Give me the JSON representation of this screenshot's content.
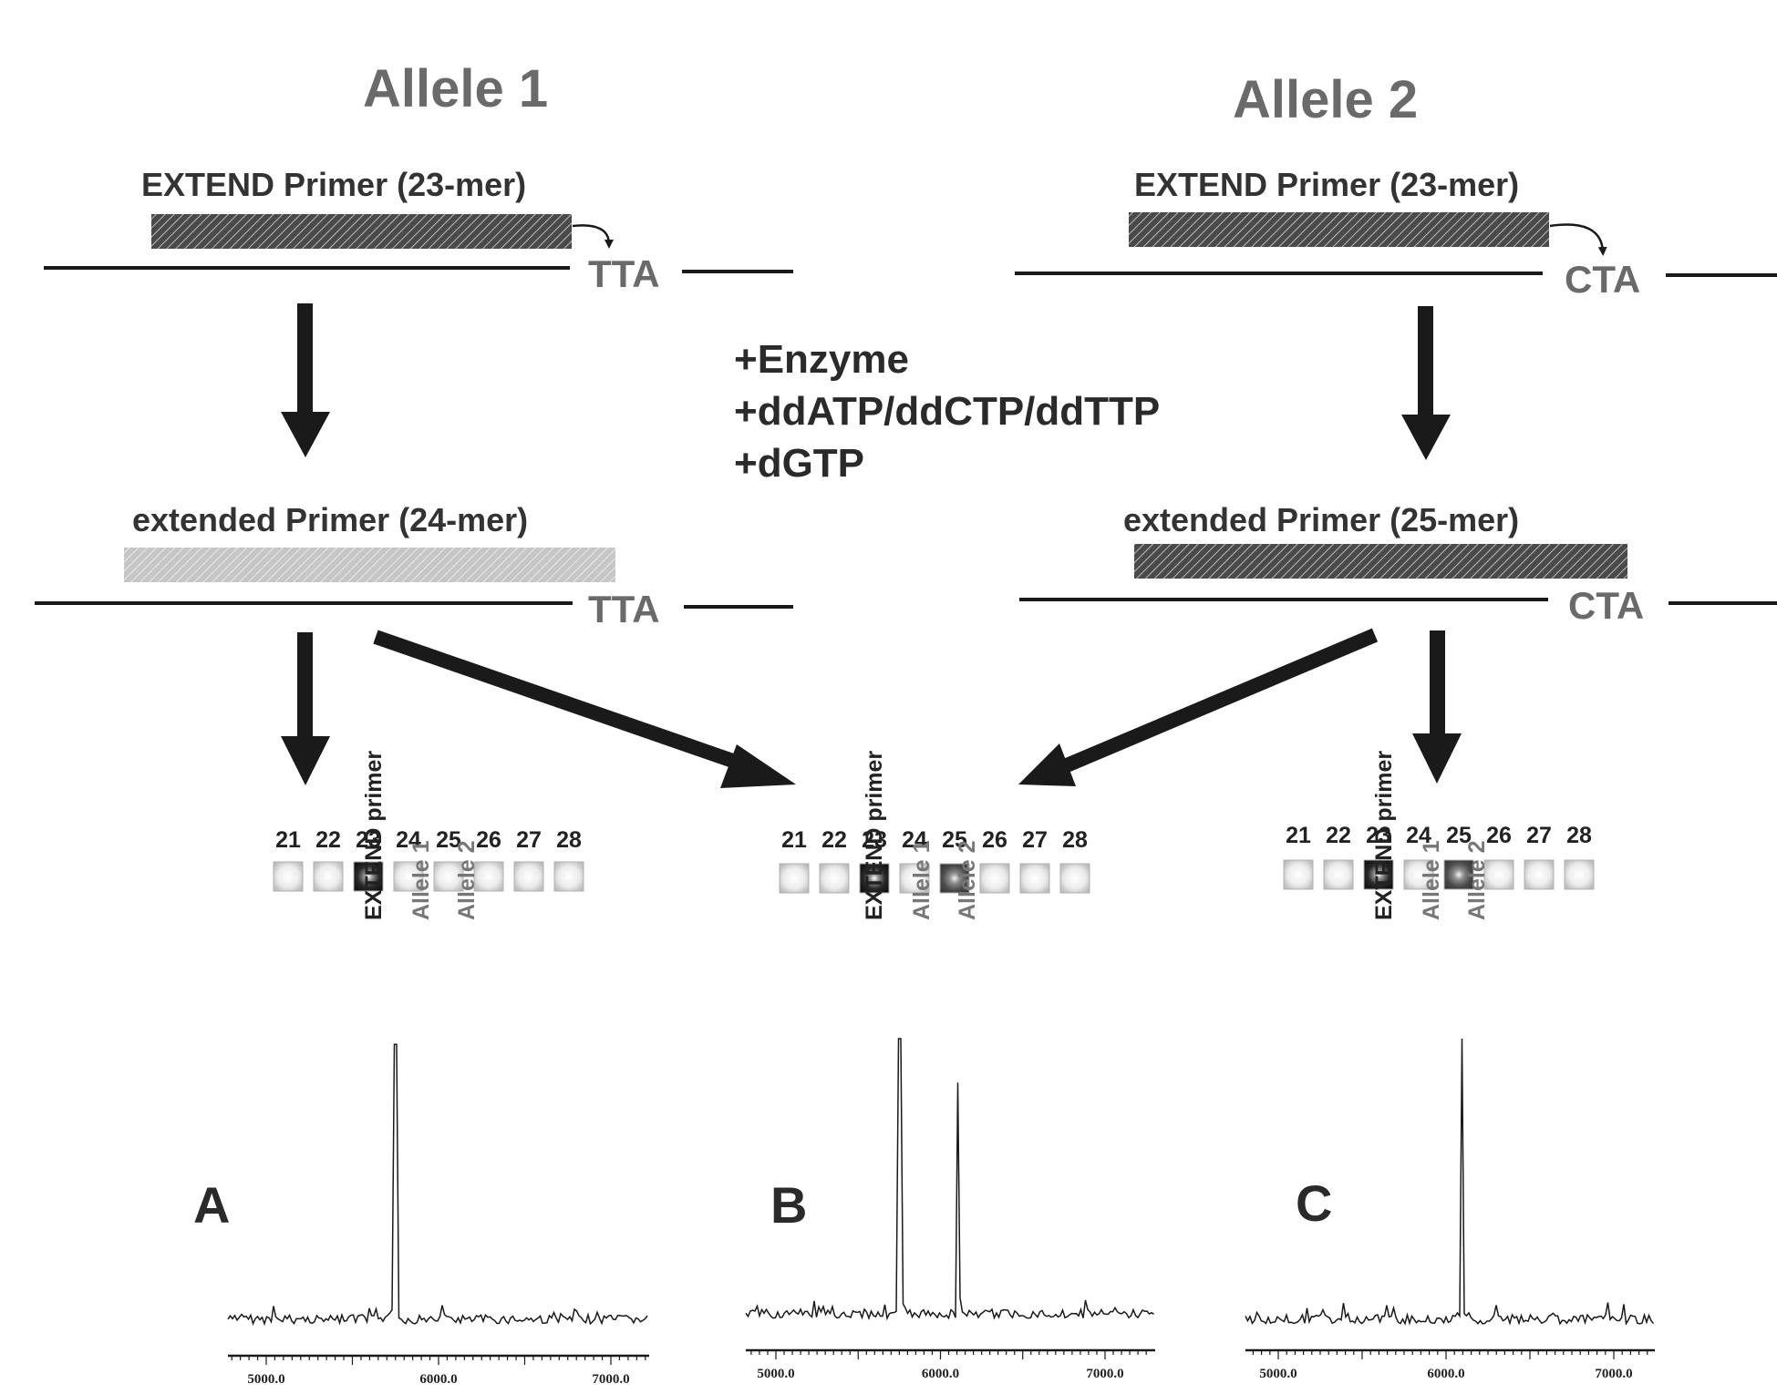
{
  "allele1": {
    "title": "Allele 1",
    "extend_primer_label": "EXTEND Primer (23-mer)",
    "template_codon": "TTA",
    "extended_primer_label": "extended  Primer (24-mer)",
    "template_codon_2": "TTA"
  },
  "allele2": {
    "title": "Allele 2",
    "extend_primer_label": "EXTEND Primer (23-mer)",
    "template_codon": "CTA",
    "extended_primer_label": "extended Primer (25-mer)",
    "template_codon_2": "CTA"
  },
  "reagents": [
    "+Enzyme",
    "+ddATP/ddCTP/ddTTP",
    "+dGTP"
  ],
  "panels": [
    {
      "letter": "A",
      "mer_labels": [
        "21",
        "22",
        "23",
        "24",
        "25",
        "26",
        "27",
        "28"
      ],
      "spot_intensity": [
        0.05,
        0.05,
        1.0,
        0.05,
        0.05,
        0.05,
        0.05,
        0.05
      ],
      "peak_labels": [
        "EXTEND primer",
        "Allele 1",
        "Allele 2"
      ],
      "peaks": [
        {
          "mass": 5750,
          "height": 0.98
        }
      ],
      "x_ticks": [
        "5000.0",
        "6000.0",
        "7000.0"
      ]
    },
    {
      "letter": "B",
      "mer_labels": [
        "21",
        "22",
        "23",
        "24",
        "25",
        "26",
        "27",
        "28"
      ],
      "spot_intensity": [
        0.05,
        0.05,
        1.0,
        0.05,
        0.8,
        0.05,
        0.05,
        0.05
      ],
      "peak_labels": [
        "EXTEND primer",
        "Allele 1",
        "Allele 2"
      ],
      "peaks": [
        {
          "mass": 5752,
          "height": 1.0
        },
        {
          "mass": 6105,
          "height": 0.84
        }
      ],
      "x_ticks": [
        "5000.0",
        "6000.0",
        "7000.0"
      ]
    },
    {
      "letter": "C",
      "mer_labels": [
        "21",
        "22",
        "23",
        "24",
        "25",
        "26",
        "27",
        "28"
      ],
      "spot_intensity": [
        0.05,
        0.05,
        1.0,
        0.05,
        0.8,
        0.05,
        0.05,
        0.05
      ],
      "peak_labels": [
        "EXTEND primer",
        "Allele 1",
        "Allele 2"
      ],
      "peaks": [
        {
          "mass": 6100,
          "height": 1.0
        }
      ],
      "x_ticks": [
        "5000.0",
        "6000.0",
        "7000.0"
      ]
    }
  ]
}
